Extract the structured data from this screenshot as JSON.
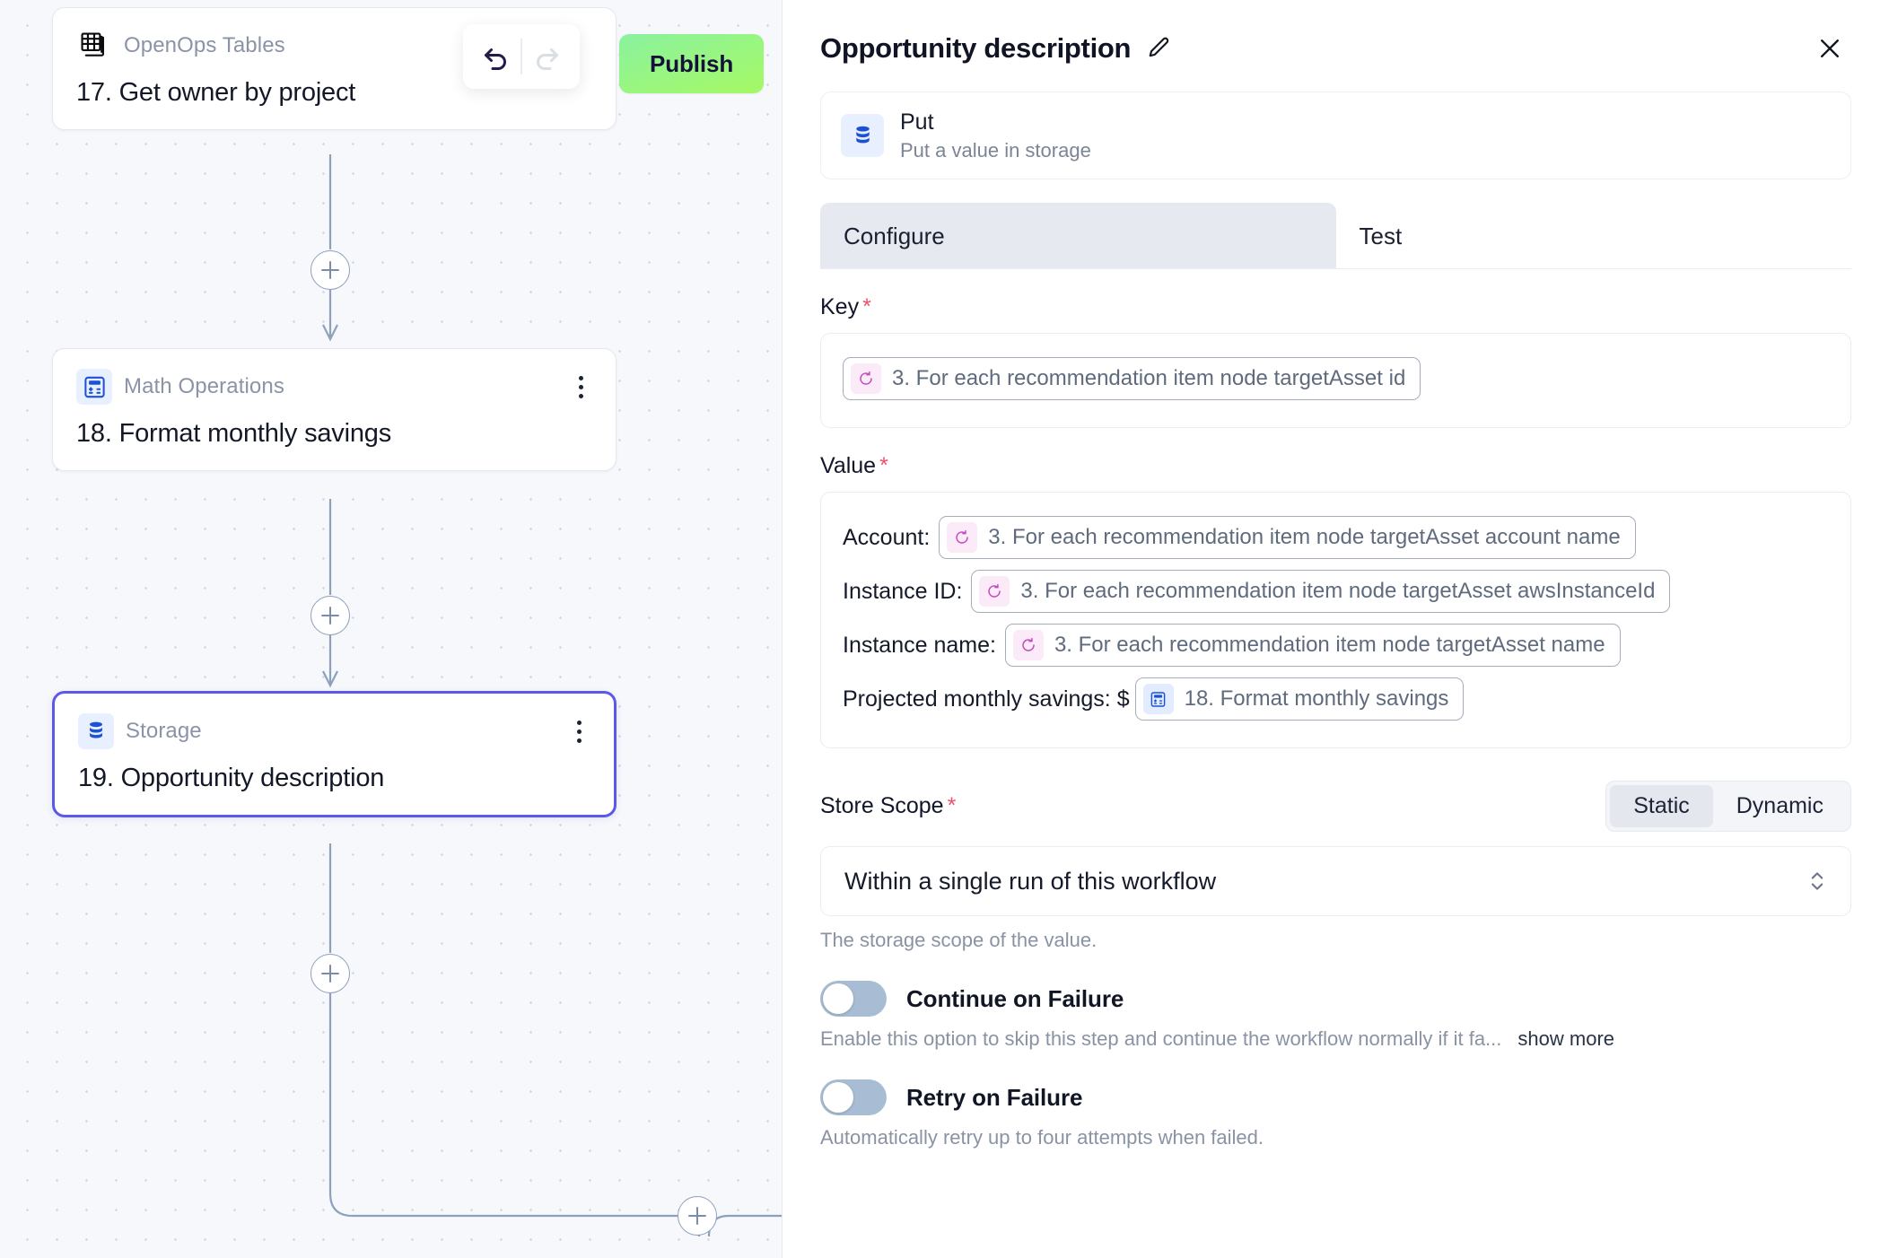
{
  "canvas": {
    "nodes": [
      {
        "piece": "OpenOps Tables",
        "title": "17. Get owner by project",
        "icon": "tables-icon",
        "selected": false,
        "has_menu": false
      },
      {
        "piece": "Math Operations",
        "title": "18. Format monthly savings",
        "icon": "calculator-icon",
        "selected": false,
        "has_menu": true
      },
      {
        "piece": "Storage",
        "title": "19. Opportunity description",
        "icon": "database-icon",
        "selected": true,
        "has_menu": true
      }
    ],
    "publish_label": "Publish",
    "undo_icon": "undo-arrow-icon",
    "redo_icon": "redo-arrow-icon",
    "add_step_icon": "plus-icon",
    "accent_selected": "#5b59e8",
    "publish_gradient_from": "#8af2a0",
    "publish_gradient_to": "#a6f963"
  },
  "panel": {
    "title": "Opportunity description",
    "edit_icon": "pencil-icon",
    "close_icon": "close-icon",
    "piece": {
      "name": "Put",
      "description": "Put a value in storage",
      "icon": "database-icon"
    },
    "tabs": [
      {
        "label": "Configure",
        "active": true
      },
      {
        "label": "Test",
        "active": false
      }
    ],
    "key": {
      "label": "Key",
      "required_marker": "*",
      "chip": {
        "icon": "loop-icon",
        "text": "3. For each recommendation item node targetAsset id"
      }
    },
    "value": {
      "label": "Value",
      "required_marker": "*",
      "rows": [
        {
          "label": "Account:",
          "icon": "loop-icon",
          "chip": "3. For each recommendation item node targetAsset account name"
        },
        {
          "label": "Instance ID:",
          "icon": "loop-icon",
          "chip": "3. For each recommendation item node targetAsset awsInstanceId"
        },
        {
          "label": "Instance name:",
          "icon": "loop-icon",
          "chip": "3. For each recommendation item node targetAsset name"
        },
        {
          "label": "Projected monthly savings: $",
          "icon": "calculator-icon",
          "chip": "18. Format monthly savings"
        }
      ]
    },
    "store_scope": {
      "label": "Store Scope",
      "required_marker": "*",
      "mode_static": "Static",
      "mode_dynamic": "Dynamic",
      "active_mode": "Static",
      "selected_option": "Within a single run of this workflow",
      "helper": "The storage scope of the value.",
      "caret_icon": "chevron-updown-icon"
    },
    "continue_on_failure": {
      "label": "Continue on Failure",
      "enabled": false,
      "description": "Enable this option to skip this step and continue the workflow normally if it fa...",
      "show_more": "show more"
    },
    "retry_on_failure": {
      "label": "Retry on Failure",
      "enabled": false,
      "description": "Automatically retry up to four attempts when failed."
    }
  }
}
